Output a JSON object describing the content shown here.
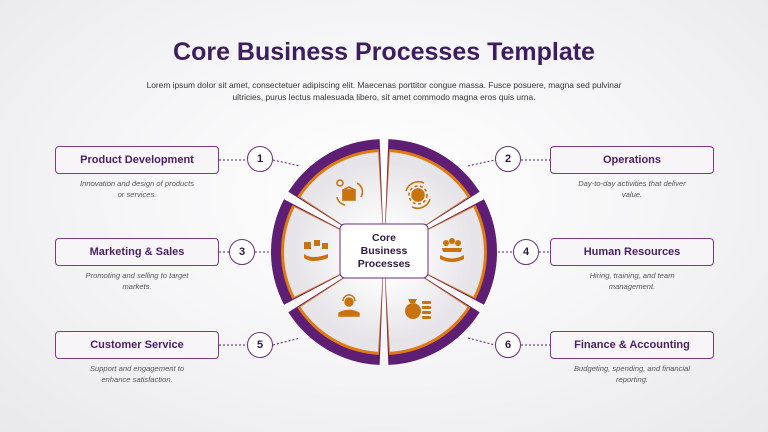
{
  "header": {
    "title": "Core Business Processes Template",
    "subtitle_line1": "Lorem ipsum dolor sit amet, consectetuer adipiscing elit. Maecenas porttitor congue massa. Fusce posuere, magna sed pulvinar",
    "subtitle_line2": "ultricies, purus lectus malesuada libero, sit amet commodo magna eros quis urna."
  },
  "center": {
    "line1": "Core",
    "line2": "Business",
    "line3": "Processes"
  },
  "colors": {
    "primary": "#5e1e73",
    "accent": "#e07a12",
    "icon": "#c9730f"
  },
  "processes": [
    {
      "number": "1",
      "label": "Product Development",
      "desc_line1": "Innovation and design of products",
      "desc_line2": "or services.",
      "icon": "product-development-icon"
    },
    {
      "number": "2",
      "label": "Operations",
      "desc_line1": "Day-to-day activities that deliver",
      "desc_line2": "value.",
      "icon": "operations-gear-icon"
    },
    {
      "number": "3",
      "label": "Marketing & Sales",
      "desc_line1": "Promoting and selling to target",
      "desc_line2": "markets.",
      "icon": "marketing-sales-icon"
    },
    {
      "number": "4",
      "label": "Human Resources",
      "desc_line1": "Hiring, training, and team",
      "desc_line2": "management.",
      "icon": "team-hand-icon"
    },
    {
      "number": "5",
      "label": "Customer Service",
      "desc_line1": "Support and engagement to",
      "desc_line2": "enhance satisfaction.",
      "icon": "customer-service-icon"
    },
    {
      "number": "6",
      "label": "Finance & Accounting",
      "desc_line1": "Budgeting, spending, and financial",
      "desc_line2": "reporting.",
      "icon": "money-bag-icon"
    }
  ]
}
